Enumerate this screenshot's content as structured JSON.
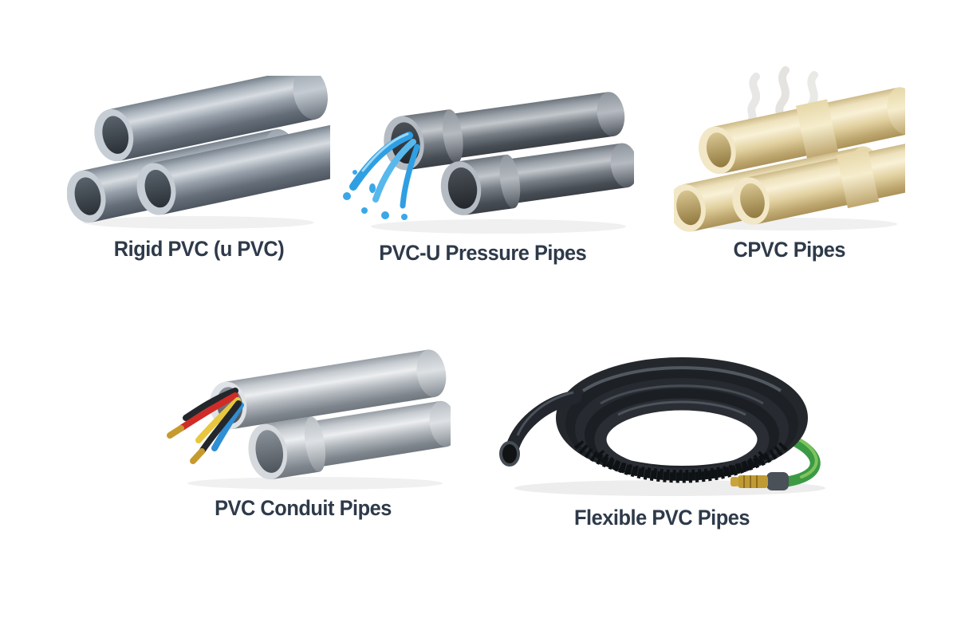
{
  "items": [
    {
      "id": "rigid-pvc",
      "label": "Rigid PVC (u PVC)"
    },
    {
      "id": "pvc-u-pressure",
      "label": "PVC-U Pressure Pipes"
    },
    {
      "id": "cpvc",
      "label": "CPVC Pipes"
    },
    {
      "id": "pvc-conduit",
      "label": "PVC Conduit Pipes"
    },
    {
      "id": "flexible-pvc",
      "label": "Flexible PVC Pipes"
    }
  ],
  "palette": {
    "background": "#ffffff",
    "label_text": "#2e3a4a",
    "pipe_gray": "#8a939c",
    "pipe_dark_gray": "#6a7076",
    "pipe_cream": "#ecdcb0",
    "pipe_light_gray": "#c6ccd2",
    "water_blue": "#3aa7e8",
    "steam_gray": "#e4e3e0",
    "hose_black": "#22262b",
    "hose_green": "#3c9a44",
    "brass": "#c09a33",
    "wire_red": "#d02b26",
    "wire_yellow": "#e8c73e",
    "wire_blue": "#2f8fd5",
    "wire_black": "#23272b"
  }
}
